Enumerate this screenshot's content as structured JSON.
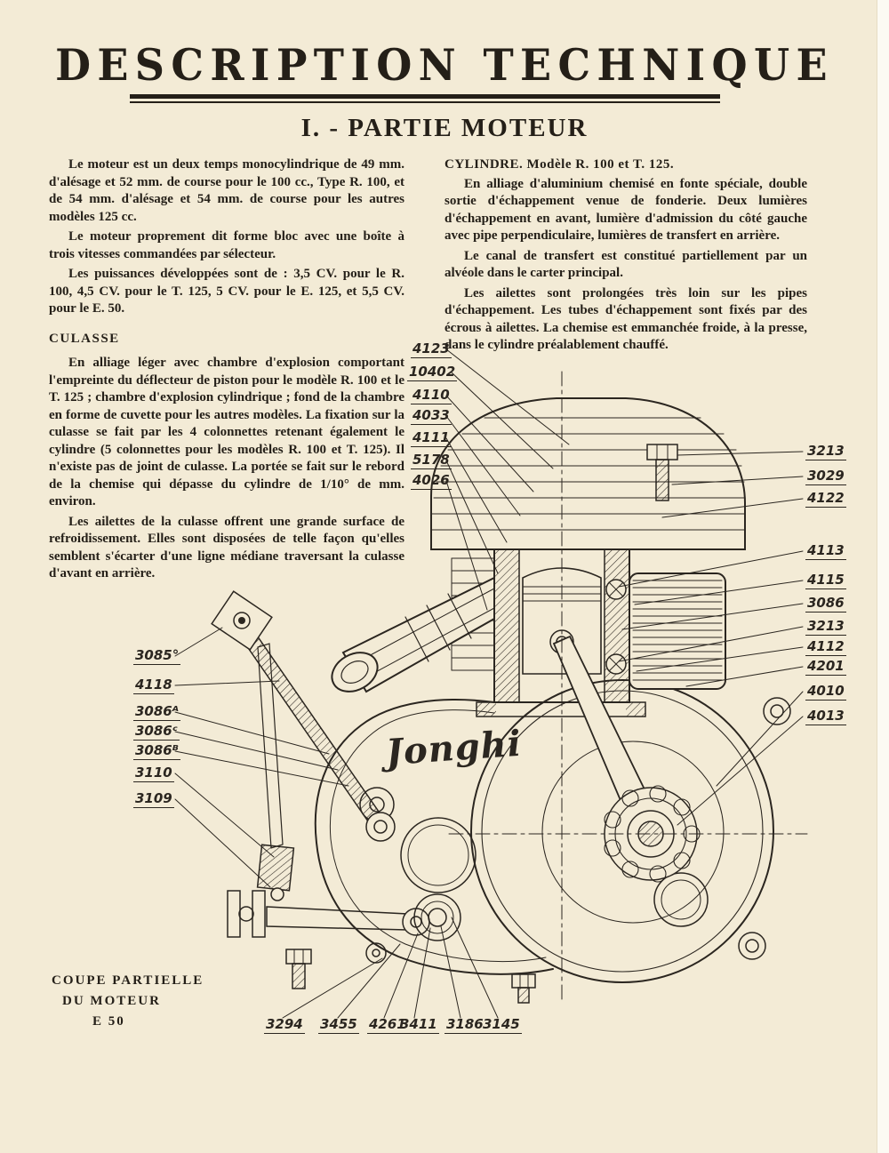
{
  "page": {
    "title": "DESCRIPTION TECHNIQUE",
    "section_heading": "I. - PARTIE MOTEUR"
  },
  "left_column": {
    "paragraphs": [
      "Le moteur est un deux temps monocylindrique de 49 mm. d'alésage et 52 mm. de course pour le 100 cc., Type R. 100, et de 54 mm. d'alésage et 54 mm. de course pour les autres modèles 125 cc.",
      "Le moteur proprement dit forme bloc avec une boîte à trois vitesses commandées par sélecteur.",
      "Les puissances développées sont de : 3,5 CV. pour le R. 100, 4,5 CV. pour le T. 125, 5 CV. pour le E. 125, et 5,5 CV. pour le E. 50."
    ],
    "culasse_heading": "CULASSE",
    "culasse_paragraphs": [
      "En alliage léger avec chambre d'explosion comportant l'empreinte du déflecteur de piston pour le modèle R. 100 et le T. 125 ; chambre d'explosion cylindrique ; fond de la chambre en forme de cuvette pour les autres modèles. La fixation sur la culasse se fait par les 4 colonnettes retenant également le cylindre (5 colonnettes pour les modèles R. 100 et T. 125). Il n'existe pas de joint de culasse. La portée se fait sur le rebord de la chemise qui dépasse du cylindre de 1/10° de mm. environ.",
      "Les ailettes de la culasse offrent une grande surface de refroidissement. Elles sont disposées de telle façon qu'elles semblent s'écarter d'une ligne médiane traversant la culasse d'avant en arrière."
    ]
  },
  "right_column": {
    "heading": "CYLINDRE. Modèle R. 100 et T. 125.",
    "paragraphs": [
      "En alliage d'aluminium chemisé en fonte spéciale, double sortie d'échappement venue de fonderie. Deux lumières d'échappement en avant, lumière d'admission du côté gauche avec pipe perpendiculaire, lumières de transfert en arrière.",
      "Le canal de transfert est constitué partiellement par un alvéole dans le carter principal.",
      "Les ailettes sont prolongées très loin sur les pipes d'échappement. Les tubes d'échappement sont fixés par des écrous à ailettes. La chemise est emmanchée froide, à la presse, dans le cylindre préalablement chauffé."
    ]
  },
  "diagram": {
    "logo": "Jonghi",
    "caption_lines": [
      "COUPE PARTIELLE",
      "DU MOTEUR",
      "E 50"
    ],
    "labels_top_left": [
      "4123",
      "10402",
      "4110",
      "4033",
      "4111",
      "5178",
      "4026"
    ],
    "labels_right": [
      "3213",
      "3029",
      "4122",
      "4113",
      "4115",
      "3086",
      "3213",
      "4112",
      "4201",
      "4010",
      "4013"
    ],
    "labels_left": [
      "3085°",
      "4118",
      "3086ᴬ",
      "3086ᶜ",
      "3086ᴮ",
      "3110",
      "3109"
    ],
    "labels_bottom": [
      "3294",
      "3455",
      "4261",
      "3411",
      "3186",
      "3145"
    ],
    "colors": {
      "ink": "#2b2620",
      "paper": "#f3ebd6"
    }
  }
}
